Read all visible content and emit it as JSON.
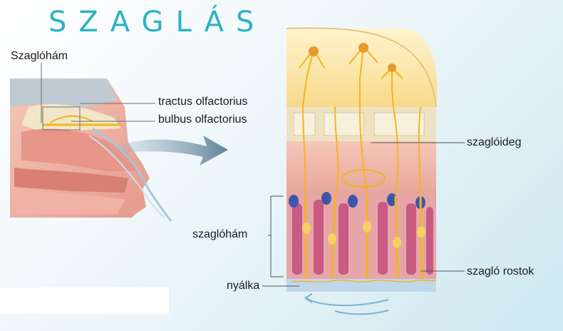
{
  "title": "SZAGLÁS",
  "labels": {
    "szaglohom_top": "Szaglóhám",
    "tractus": "tractus olfactorius",
    "bulbus": "bulbus olfactorius",
    "szagloideg": "szaglóideg",
    "szaglohom_side": "szaglóhám",
    "nyalka": "nyálka",
    "szaglo_rostok": "szagló rostok"
  },
  "colors": {
    "title": "#2ab3c3",
    "nerve": "#f2b51e",
    "tissue": "#e9a6a0",
    "bone": "#efe3c4",
    "bulb": "#fbe6a6"
  }
}
